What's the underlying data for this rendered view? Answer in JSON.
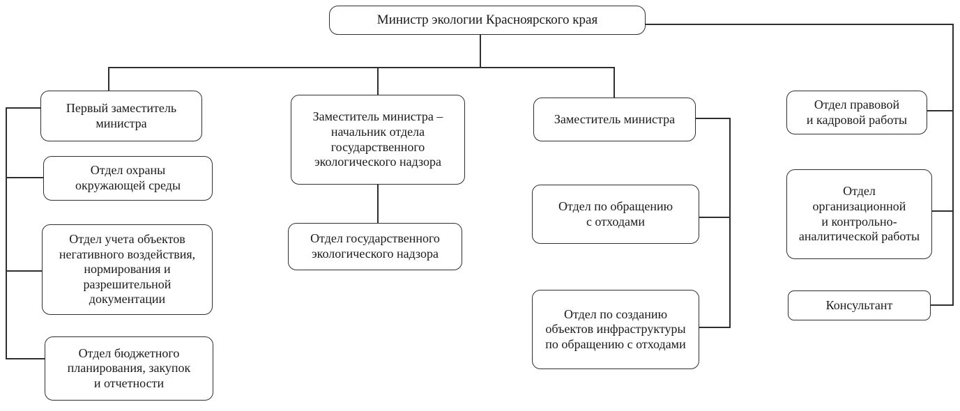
{
  "diagram": {
    "type": "org-chart",
    "background_color": "#ffffff",
    "line_color": "#2e2e2e",
    "nodes": {
      "minister": {
        "label": "Министр экологии Красноярского края"
      },
      "first_deputy": {
        "label": "Первый заместитель\nминистра"
      },
      "env_protection": {
        "label": "Отдел охраны\nокружающей среды"
      },
      "accounting": {
        "label": "Отдел учета объектов\nнегативного воздействия,\nнормирования и\nразрешительной\nдокументации"
      },
      "budget": {
        "label": "Отдел бюджетного\nпланирования, закупок\nи отчетности"
      },
      "deputy_supervision": {
        "label": "Заместитель министра –\nначальник отдела\nгосударственного\nэкологического надзора"
      },
      "state_supervision": {
        "label": "Отдел государственного\nэкологического надзора"
      },
      "deputy": {
        "label": "Заместитель министра"
      },
      "waste": {
        "label": "Отдел по обращению\nс отходами"
      },
      "waste_infra": {
        "label": "Отдел по созданию\nобъектов инфраструктуры\nпо обращению с отходами"
      },
      "legal_hr": {
        "label": "Отдел правовой\nи кадровой работы"
      },
      "org_analytics": {
        "label": "Отдел\nорганизационной\nи контрольно-\nаналитической работы"
      },
      "consultant": {
        "label": "Консультант"
      }
    },
    "edges": [
      {
        "from": "minister",
        "to": "first_deputy"
      },
      {
        "from": "minister",
        "to": "deputy_supervision"
      },
      {
        "from": "minister",
        "to": "deputy"
      },
      {
        "from": "minister",
        "to": "legal_hr"
      },
      {
        "from": "minister",
        "to": "org_analytics"
      },
      {
        "from": "minister",
        "to": "consultant"
      },
      {
        "from": "first_deputy",
        "to": "env_protection"
      },
      {
        "from": "first_deputy",
        "to": "accounting"
      },
      {
        "from": "first_deputy",
        "to": "budget"
      },
      {
        "from": "deputy_supervision",
        "to": "state_supervision"
      },
      {
        "from": "deputy",
        "to": "waste"
      },
      {
        "from": "deputy",
        "to": "waste_infra"
      }
    ]
  }
}
